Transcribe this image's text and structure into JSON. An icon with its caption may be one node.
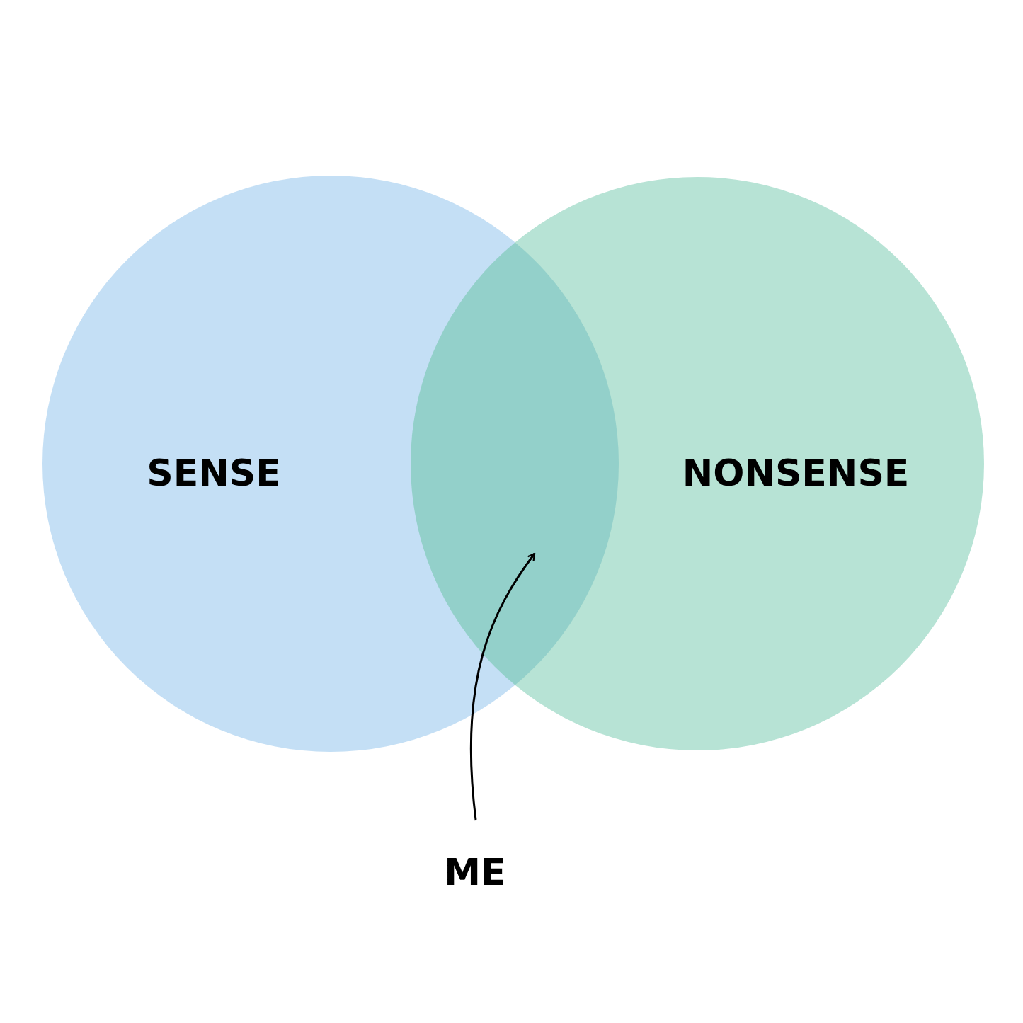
{
  "diagram": {
    "nodes": [
      {
        "text": [
          "SENSE"
        ]
      },
      {
        "text": [
          "NONSENSE"
        ]
      },
      {
        "text": [],
        "shape": "lens"
      },
      {
        "text": [
          "ME"
        ]
      }
    ],
    "edges": [
      {
        "from": 3,
        "to": 2,
        "arrow": "to"
      }
    ]
  }
}
